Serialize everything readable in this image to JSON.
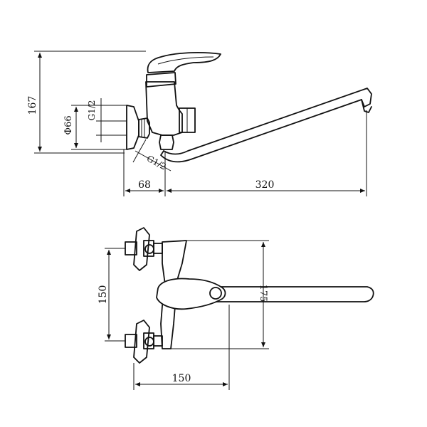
{
  "dimensions": {
    "side_height": "167",
    "side_flange_diameter": "Φ66",
    "side_inlet_thread": "G1/2",
    "side_bottom_thread": "G1/2",
    "side_offset": "68",
    "side_spout_reach": "320",
    "top_inlet_spacing": "150",
    "top_width": "150",
    "top_spout_depth": "175"
  },
  "colors": {
    "ink": "#111111",
    "background": "#ffffff"
  }
}
